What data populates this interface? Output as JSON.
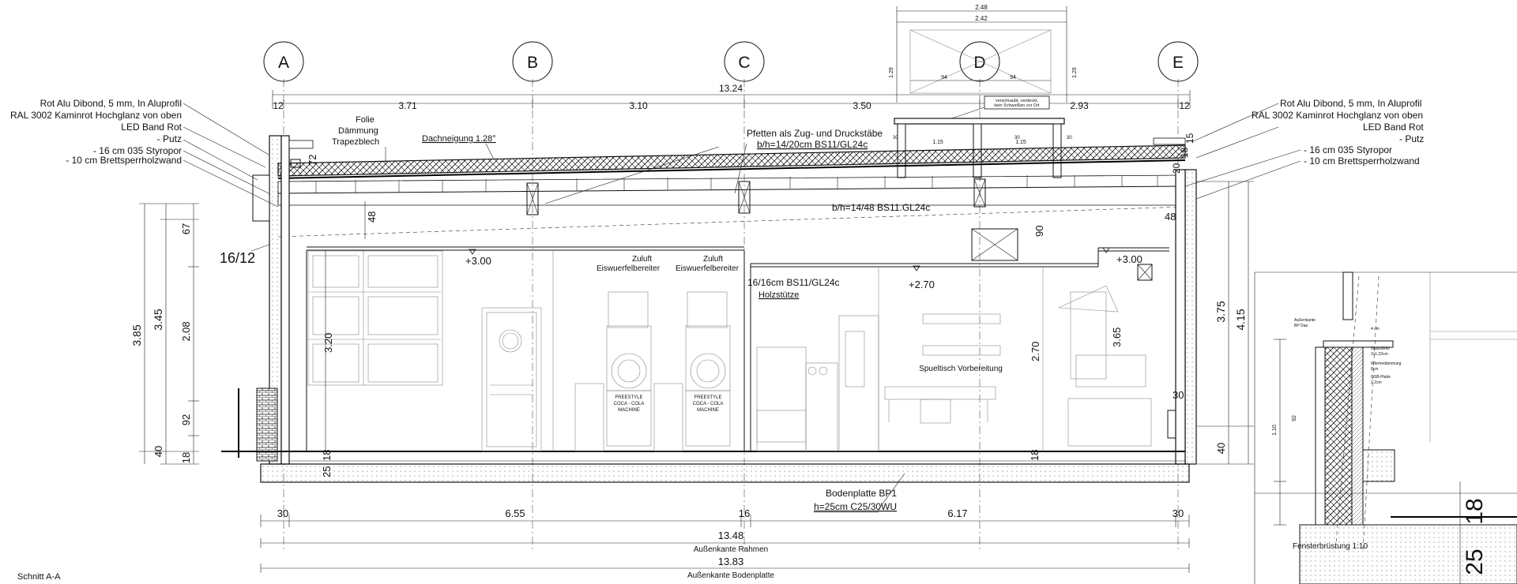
{
  "axes": [
    "A",
    "B",
    "C",
    "D",
    "E"
  ],
  "top_dims": {
    "overall": "13.24",
    "spans": [
      "12",
      "3.71",
      "3.10",
      "3.50",
      "2.93",
      "12"
    ],
    "roof_box_outer": "2.48",
    "roof_box_inner": "2.42",
    "roof_small": [
      "94",
      "94",
      "1.29",
      "1.29",
      "1.15",
      "1.15",
      "30",
      "30",
      "30"
    ],
    "roof_note": [
      "verschraubt, verdeckt,",
      "kein Schweißen vor Ort"
    ]
  },
  "left_labels": [
    "Rot Alu Dibond, 5 mm, In Aluprofil",
    "RAL 3002 Kaminrot Hochglanz von oben",
    "LED Band Rot",
    "- Putz",
    "- 16 cm 035 Styropor",
    "- 10 cm Brettsperrholzwand"
  ],
  "right_labels": [
    "Rot Alu Dibond, 5 mm, In Aluprofil",
    "RAL 3002 Kaminrot Hochglanz von oben",
    "LED Band Rot",
    "- Putz",
    "- 16 cm 035 Styropor",
    "- 10 cm Brettsperrholzwand"
  ],
  "roof_layers": [
    "Folie",
    "Dämmung",
    "Trapezblech"
  ],
  "annotations": {
    "slope": "Dachneigung 1.28°",
    "purlins_1": "Pfetten als Zug- und Druckstäbe",
    "purlins_2": "b/h=14/20cm BS11/GL24c",
    "beam": "b/h=14/48 BS11.GL24c",
    "column_1": "16/16cm BS11/GL24c",
    "column_2": "Holzstütze",
    "slab_1": "Bodenplatte BP1",
    "slab_2": "h=25cm C25/30WU",
    "zuluft_1": "Zuluft",
    "zuluft_2": "Zuluft",
    "ice_1": "Eiswuerfelbereiter",
    "ice_2": "Eiswuerfelbereiter",
    "sink": "Spueltisch Vorbereitung",
    "freestyle": [
      "FREESTYLE",
      "COCA - COLA",
      "MACHINE"
    ]
  },
  "levels": [
    "+3.00",
    "+2.70",
    "+3.00"
  ],
  "small_dims": {
    "d72": "72",
    "d48a": "48",
    "d48b": "48",
    "d16_12": "16/12",
    "d3_20": "3.20",
    "d2_70": "2.70",
    "d90": "90",
    "d3_65": "3.65",
    "d30": "30",
    "d18a": "18",
    "d25": "25",
    "d18b": "18",
    "d18c": "18",
    "d2018": "20",
    "d18d": "18",
    "d15": "15"
  },
  "left_chain": {
    "outer": "3.85",
    "mid": "3.45",
    "parts": [
      "67",
      "2.08",
      "92",
      "40",
      "18"
    ]
  },
  "right_chain": {
    "outer": "4.15",
    "mid": "3.75",
    "low": "40"
  },
  "bottom_dims": {
    "row1": [
      "30",
      "6.55",
      "16",
      "6.17",
      "30"
    ],
    "frame_value": "13.48",
    "frame_label": "Außenkante Rahmen",
    "slab_value": "13.83",
    "slab_label": "Außenkante Bodenplatte"
  },
  "section_title": "Schnitt A-A",
  "detail": {
    "title": "Fensterbrüstung 1:10",
    "dims": [
      "25",
      "18"
    ],
    "left_dims": [
      "1.10",
      "92"
    ],
    "notes": [
      "Außenkante",
      "BP Daa",
      "4 cm",
      "Glasstärke",
      "2x1.22cm",
      "Wärmedämmung",
      "8cm",
      "OSB-Platte",
      "2.2cm"
    ]
  }
}
